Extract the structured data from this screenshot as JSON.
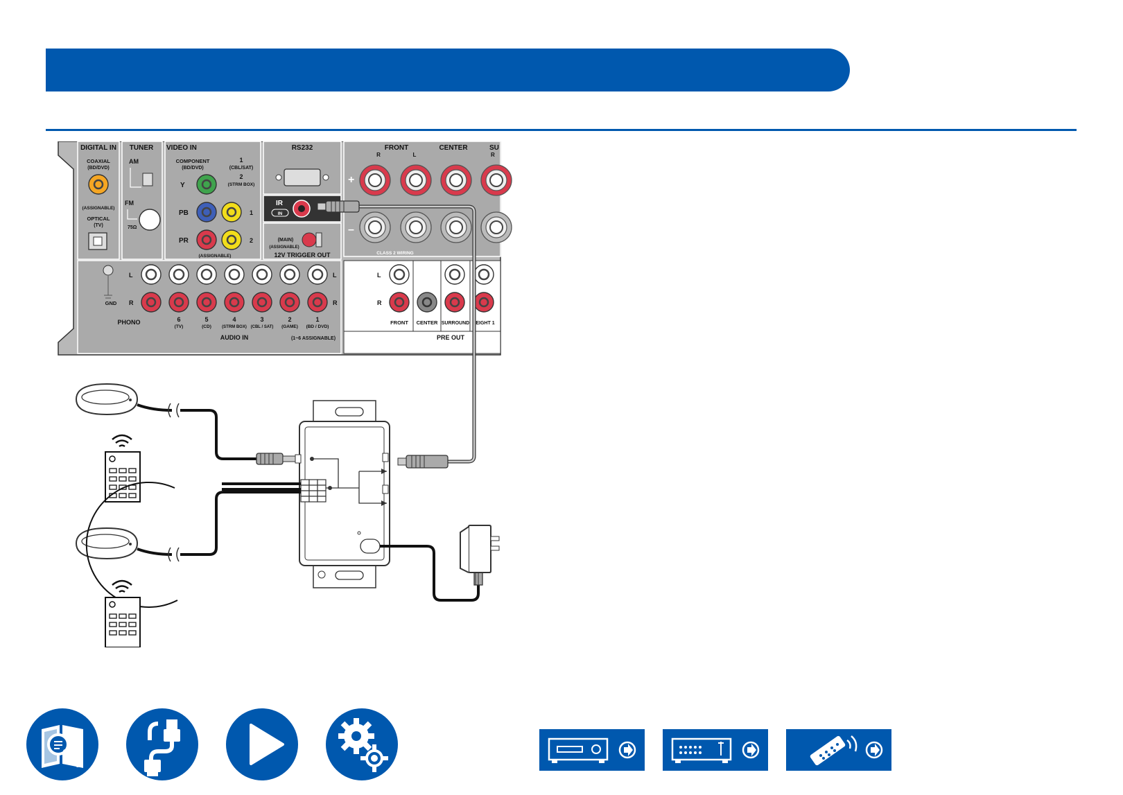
{
  "panel": {
    "digital_in": "DIGITAL IN",
    "coaxial": "COAXIAL",
    "bd_dvd": "(BD/DVD)",
    "assignable": "(ASSIGNABLE)",
    "optical": "OPTICAL",
    "tv": "(TV)",
    "tuner": "TUNER",
    "am": "AM",
    "fm": "FM",
    "ohm": "75Ω",
    "video_in": "VIDEO    IN",
    "component": "COMPONENT",
    "y": "Y",
    "pb": "PB",
    "pr": "PR",
    "in1": "1",
    "cbl_sat": "(CBL/SAT)",
    "in2": "2",
    "strm_box": "(STRM BOX)",
    "v1": "1",
    "v2": "2",
    "rs232": "RS232",
    "ir": "IR",
    "ir_in": "IN",
    "main": "(MAIN)",
    "trigger": "12V TRIGGER OUT",
    "front": "FRONT",
    "r": "R",
    "l": "L",
    "center": "CENTER",
    "su": "SU",
    "plus": "+",
    "minus": "–",
    "class2": "CLASS 2 WIRING",
    "gnd": "GND",
    "phono": "PHONO",
    "audio_in": "AUDIO IN",
    "assignable_1_6": "(1~6 ASSIGNABLE)",
    "ain": [
      {
        "num": "6",
        "lbl": "(TV)"
      },
      {
        "num": "5",
        "lbl": "(CD)"
      },
      {
        "num": "4",
        "lbl": "(STRM BOX)"
      },
      {
        "num": "3",
        "lbl": "(CBL / SAT)"
      },
      {
        "num": "2",
        "lbl": "(GAME)"
      },
      {
        "num": "1",
        "lbl": "(BD / DVD)"
      }
    ],
    "pre_out": "PRE OUT",
    "po_front": "FRONT",
    "po_center": "CENTER",
    "po_surround": "SURROUND",
    "po_height": "EIGHT 1"
  },
  "colors": {
    "brand": "#0058ae",
    "panel_gray": "#b8b8b8",
    "jack_red": "#d93a4c",
    "jack_green": "#3fa34d",
    "jack_blue": "#3e5fb8",
    "jack_yellow": "#f2dd1b",
    "jack_orange": "#f5a623"
  },
  "icons": {
    "nav": [
      "manual-search-icon",
      "connection-cable-icon",
      "play-icon",
      "settings-gears-icon"
    ],
    "links": [
      "front-panel-icon",
      "rear-panel-icon",
      "remote-control-icon"
    ]
  }
}
